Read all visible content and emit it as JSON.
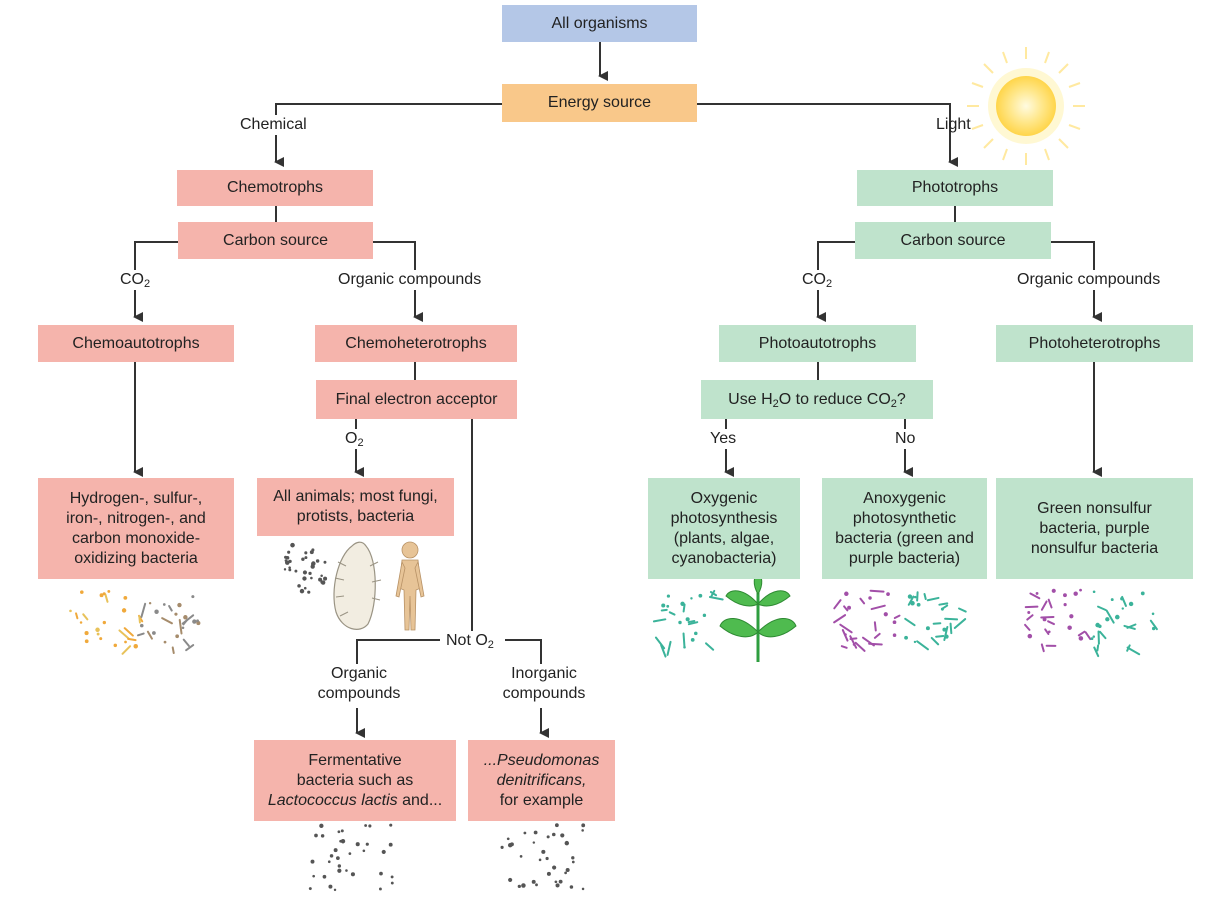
{
  "colors": {
    "blue": "#b4c7e7",
    "orange": "#f9c88a",
    "red": "#f5b4ac",
    "green": "#bfe3cc",
    "line": "#333333",
    "teal": "#3bb39a",
    "purple": "#a24fa8",
    "sun": "#ffe066"
  },
  "boxes": {
    "all_organisms": "All organisms",
    "energy_source": "Energy source",
    "chemotrophs": "Chemotrophs",
    "chemo_carbon_source": "Carbon source",
    "chemoautotrophs": "Chemoautotrophs",
    "chemoheterotrophs": "Chemoheterotrophs",
    "final_electron_acceptor": "Final electron acceptor",
    "chemoauto_examples": "Hydrogen-, sulfur-, iron-, nitrogen-, and carbon monoxide-oxidizing bacteria",
    "o2_examples": "All animals; most fungi, protists, bacteria",
    "fermentative_line1": "Fermentative",
    "fermentative_line2": "bacteria such as",
    "fermentative_species": "Lactococcus lactis",
    "fermentative_and": " and...",
    "pseudomonas_species": "...Pseudomonas denitrificans,",
    "pseudomonas_tail": "for example",
    "phototrophs": "Phototrophs",
    "photo_carbon_source": "Carbon source",
    "photoautotrophs": "Photoautotrophs",
    "photoheterotrophs": "Photoheterotrophs",
    "question_pre": "Use H",
    "question_sub1": "2",
    "question_mid": "O to reduce CO",
    "question_sub2": "2",
    "question_post": "?",
    "oxygenic": "Oxygenic photosynthesis (plants, algae, cyanobacteria)",
    "anoxygenic": "Anoxygenic photosynthetic bacteria (green and purple bacteria)",
    "green_nonsulfur": "Green nonsulfur bacteria, purple nonsulfur bacteria"
  },
  "labels": {
    "chemical": "Chemical",
    "light": "Light",
    "co2_base": "CO",
    "co2_sub": "2",
    "organic_compounds": "Organic compounds",
    "o2_base": "O",
    "o2_sub": "2",
    "not_o2_base": "Not O",
    "not_o2_sub": "2",
    "organic_compounds_ml": "Organic compounds",
    "inorganic_compounds_ml": "Inorganic compounds",
    "yes": "Yes",
    "no": "No"
  },
  "illustrations": {
    "sun": "sun-icon",
    "plant": "plant-icon",
    "human": "human-figure-icon",
    "protist": "protist-icon",
    "bacteria": "bacteria-dots-icon"
  }
}
